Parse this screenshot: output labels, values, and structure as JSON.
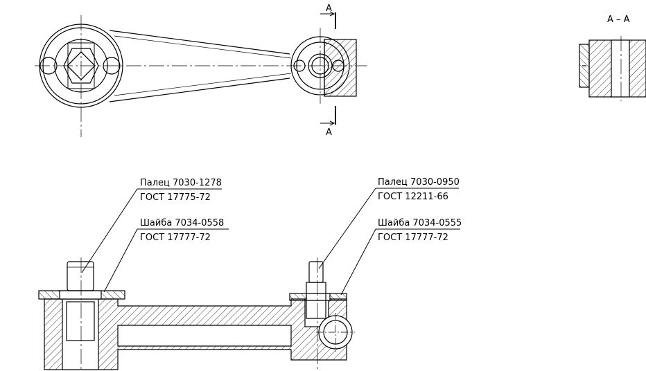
{
  "section": {
    "title": "А – А",
    "mark_top": "А",
    "mark_bottom": "А"
  },
  "callouts": [
    {
      "line1": "Палец 7030-1278",
      "line2": "ГОСТ 17775-72"
    },
    {
      "line1": "Шайба 7034-0558",
      "line2": "ГОСТ 17777-72"
    },
    {
      "line1": "Палец 7030-0950",
      "line2": "ГОСТ 12211-66"
    },
    {
      "line1": "Шайба 7034-0555",
      "line2": "ГОСТ 17777-72"
    }
  ],
  "colors": {
    "line": "#000000",
    "background": "#ffffff"
  }
}
